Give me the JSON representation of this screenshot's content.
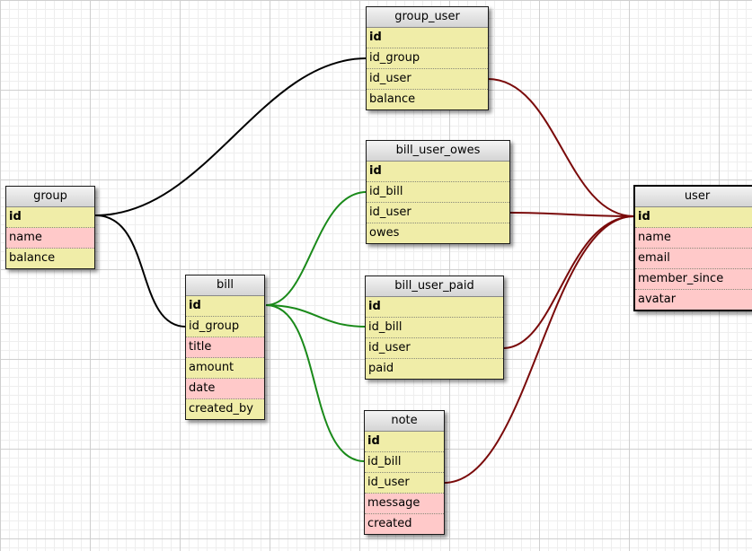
{
  "colors": {
    "fk_row": "#f0eda8",
    "plain_row": "#ffc9c9",
    "link_group": "#000000",
    "link_bill": "#1a8a1a",
    "link_user": "#7a0a0a"
  },
  "tables": {
    "group_user": {
      "title": "group_user",
      "fields": [
        "id",
        "id_group",
        "id_user",
        "balance"
      ]
    },
    "bill_user_owes": {
      "title": "bill_user_owes",
      "fields": [
        "id",
        "id_bill",
        "id_user",
        "owes"
      ]
    },
    "group": {
      "title": "group",
      "fields": [
        "id",
        "name",
        "balance"
      ]
    },
    "bill": {
      "title": "bill",
      "fields": [
        "id",
        "id_group",
        "title",
        "amount",
        "date",
        "created_by"
      ]
    },
    "bill_user_paid": {
      "title": "bill_user_paid",
      "fields": [
        "id",
        "id_bill",
        "id_user",
        "paid"
      ]
    },
    "note": {
      "title": "note",
      "fields": [
        "id",
        "id_bill",
        "id_user",
        "message",
        "created"
      ]
    },
    "user": {
      "title": "user",
      "fields": [
        "id",
        "name",
        "email",
        "member_since",
        "avatar"
      ]
    }
  }
}
